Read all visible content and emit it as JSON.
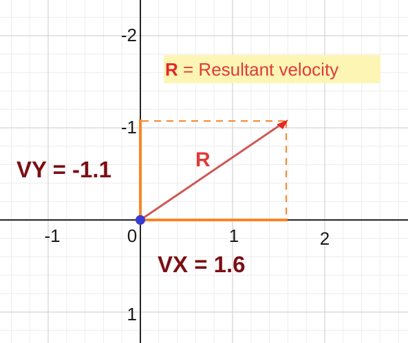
{
  "x_ticks": [
    "-1",
    "0",
    "1",
    "2"
  ],
  "y_ticks": [
    "-2",
    "-1",
    "1"
  ],
  "resultant_label": "R",
  "legend": {
    "symbol": "R",
    "text": " = Resultant velocity"
  },
  "vx_label": "VX = 1.6",
  "vy_label": "VY = -1.1",
  "components": {
    "vx": 1.6,
    "vy": -1.1
  },
  "colors": {
    "component": "#f7852a",
    "resultant": "#cd5757",
    "arrowhead": "#e5262d",
    "origin_dot": "#3a3bd1",
    "label_dark_red": "#7a0f14",
    "label_red": "#e03a3a",
    "legend_bg": "#fdf5b4",
    "grid_major": "#c9c9c9",
    "grid_minor": "#ececec",
    "axis": "#222222"
  }
}
